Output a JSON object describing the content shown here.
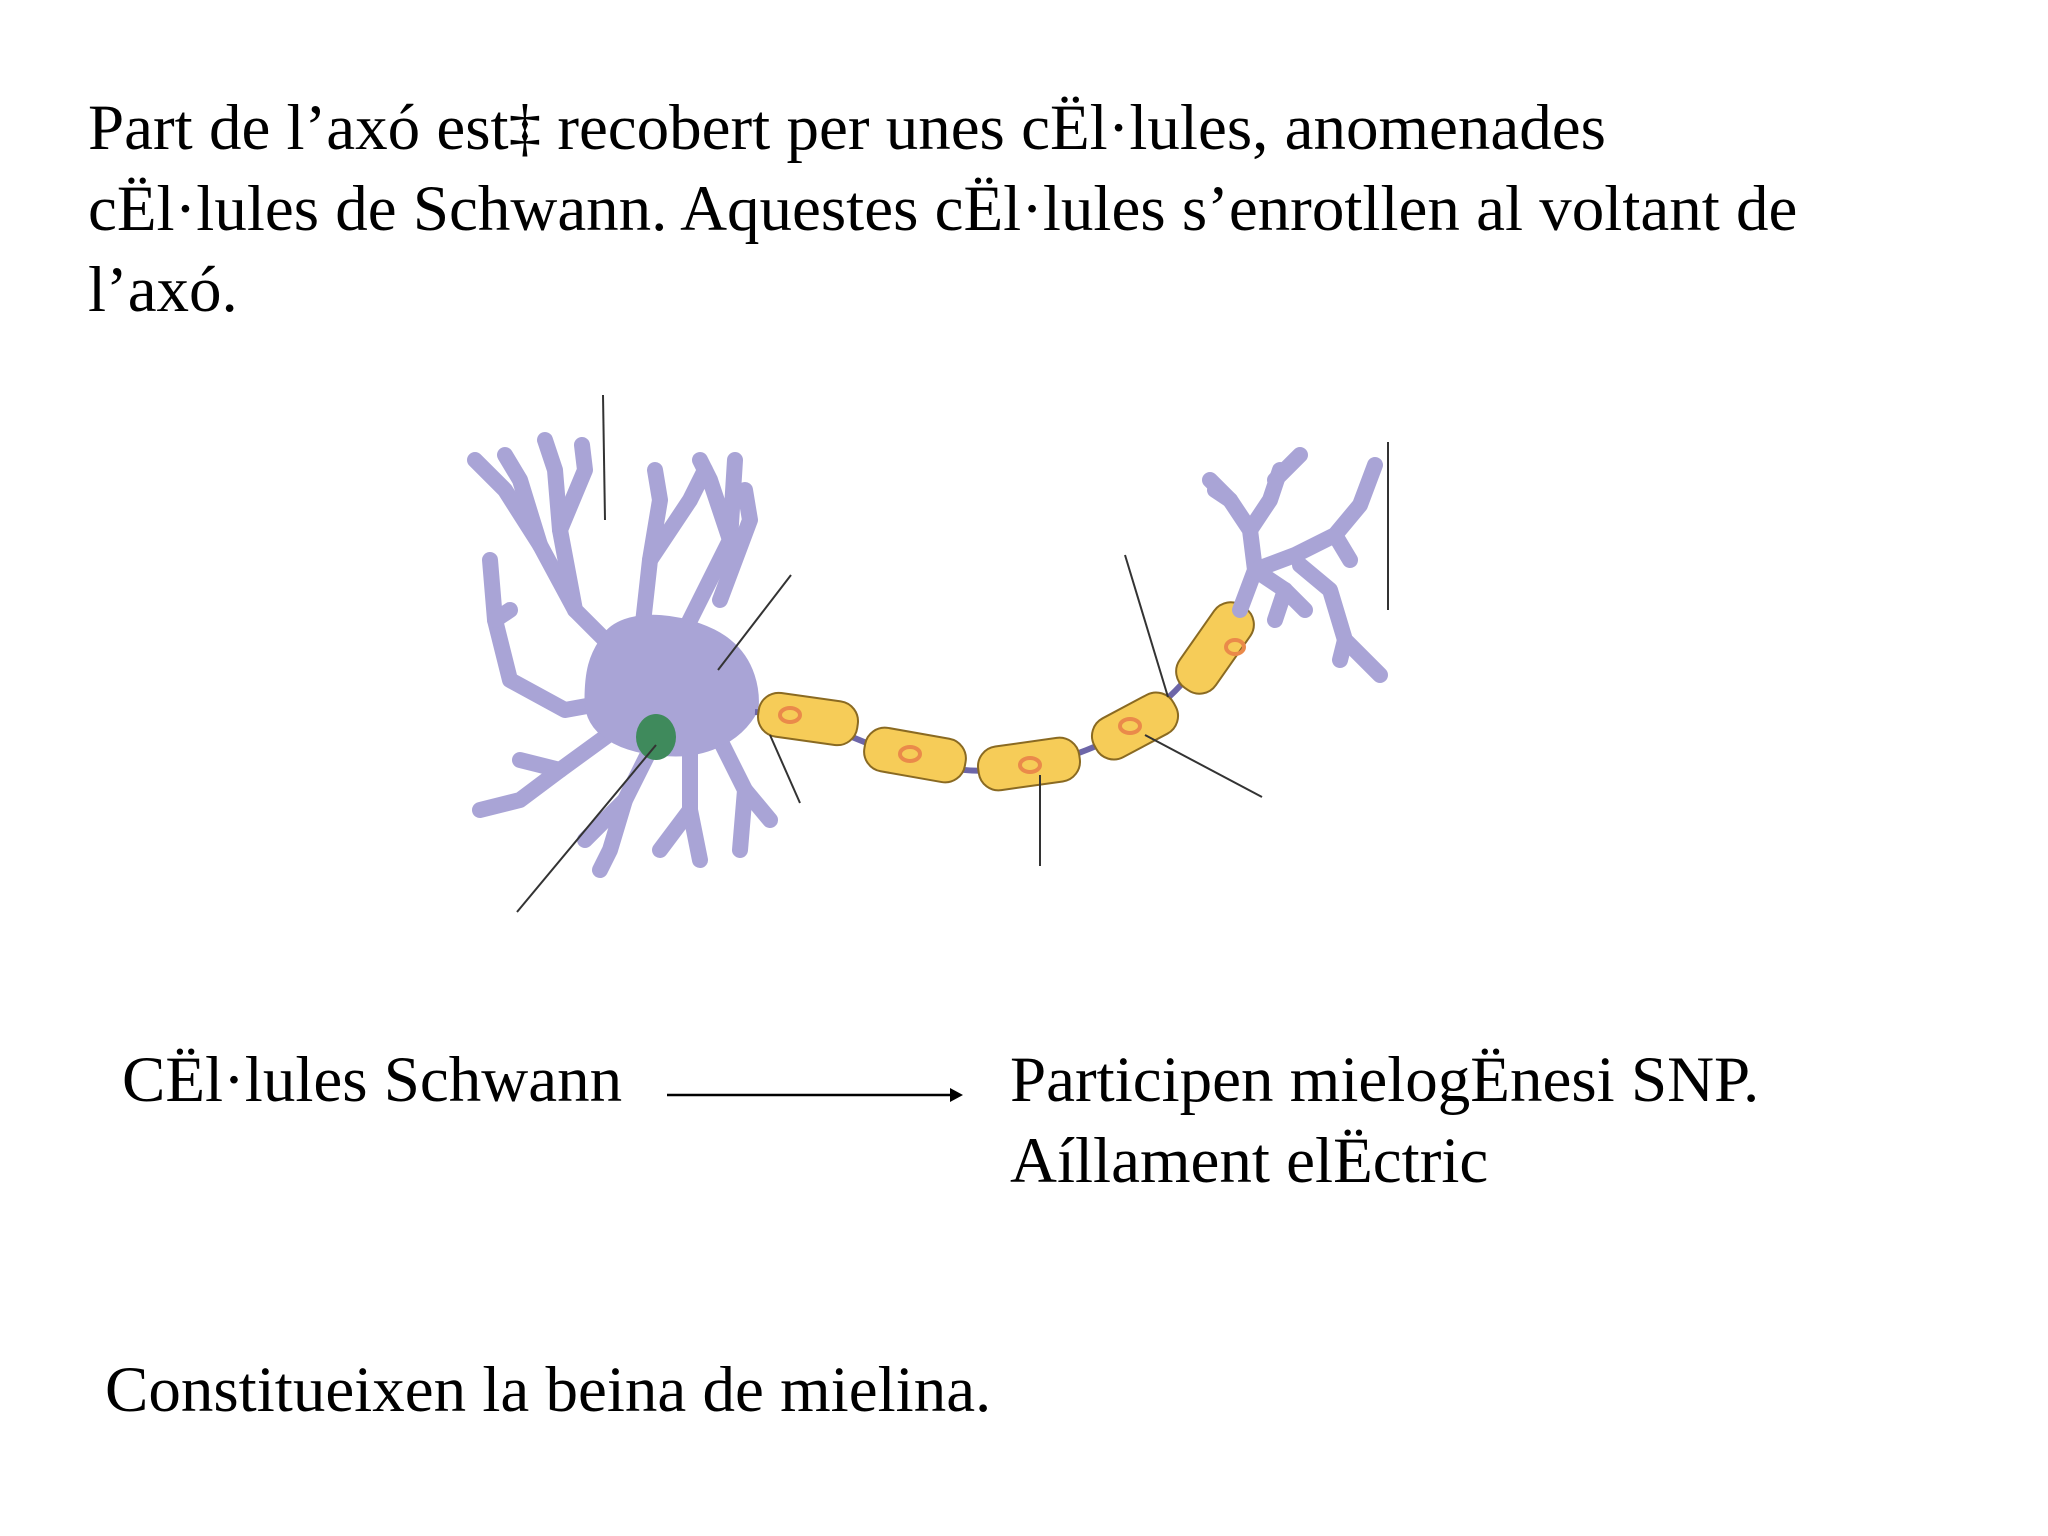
{
  "intro": {
    "lines": [
      "Part de l’axó est‡ recobert per unes cËl·lules, anomenades",
      "cËl·lules de Schwann. Aquestes cËl·lules s’enrotllen al voltant de",
      "l’axó."
    ]
  },
  "diagram": {
    "colors": {
      "neuron": "#a9a4d6",
      "neuron_outline": "#6d66a8",
      "nucleus": "#3f8a5c",
      "myelin": "#f6cc58",
      "myelin_outline": "#8a6a22",
      "schwann_nucleus": "#ea8a4a",
      "label_line": "#333333"
    }
  },
  "relation": {
    "left_label": "CËl·lules Schwann",
    "arrow_icon": "right-arrow-icon",
    "right_lines": [
      "Participen mielogËnesi SNP.",
      "Aíllament elËctric"
    ]
  },
  "conclusion": "Constitueixen la beina de mielina."
}
